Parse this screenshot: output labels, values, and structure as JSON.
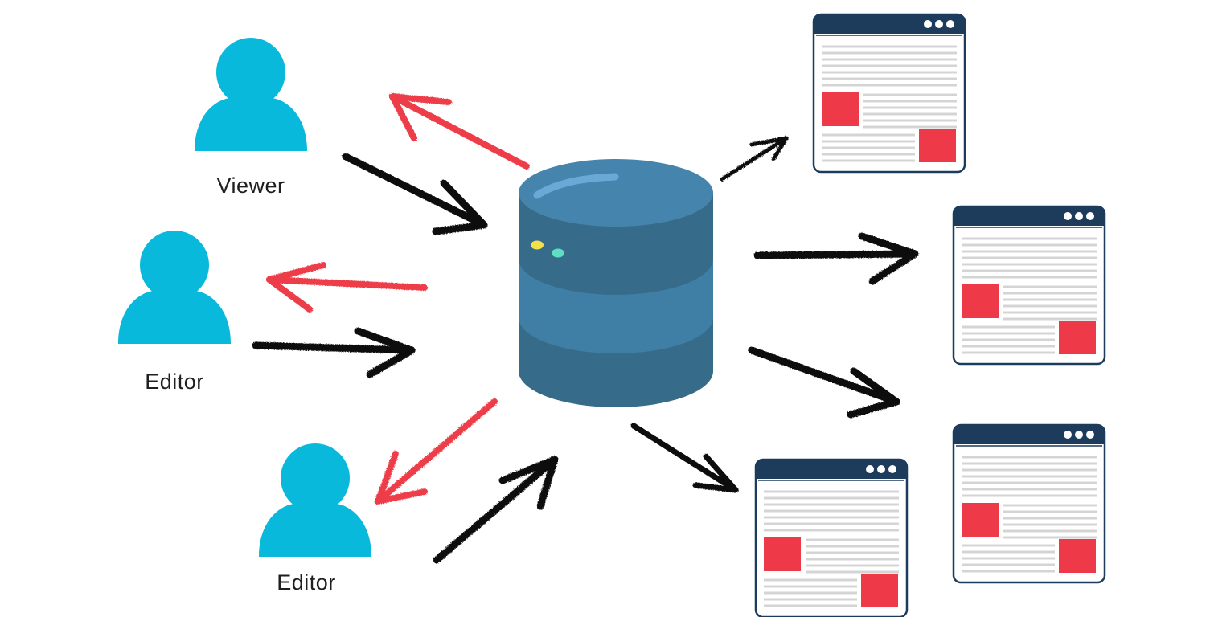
{
  "users": [
    {
      "label": "Viewer",
      "role": "viewer"
    },
    {
      "label": "Editor",
      "role": "editor"
    },
    {
      "label": "Editor",
      "role": "editor"
    }
  ],
  "colors": {
    "user": "#08b9dc",
    "database_top": "#4584ac",
    "database_body": "#376b8a",
    "database_band": "#3f7fa6",
    "request_arrow": "#111111",
    "response_arrow": "#ec3c4a",
    "page_header": "#1d3b5b",
    "page_line": "#d4d4d4",
    "page_block": "#ee3a48",
    "led_yellow": "#f3e04a",
    "led_green": "#5ee0c0"
  },
  "icons": {
    "user": "person-icon",
    "database": "database-icon",
    "page": "web-page-icon",
    "window_dots": "window-dots-icon"
  },
  "pages_count_label": ""
}
